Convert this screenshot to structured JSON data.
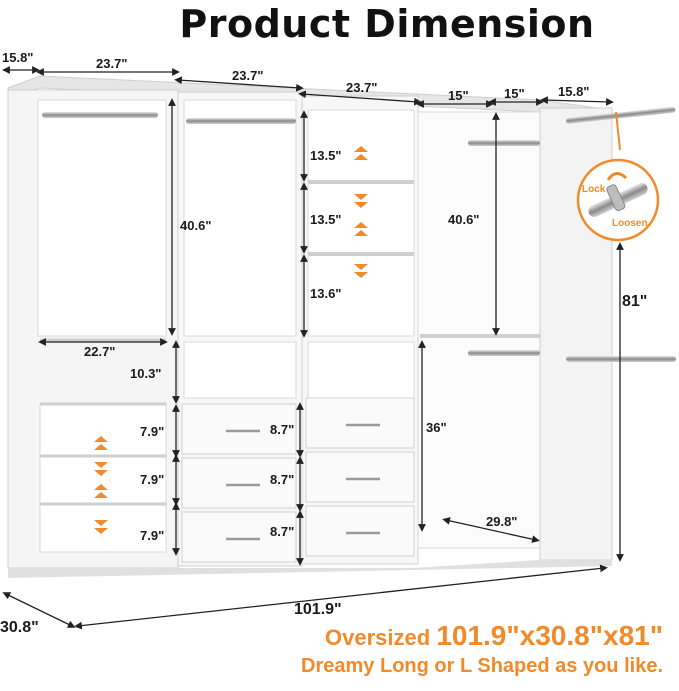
{
  "title": "Product Dimension",
  "dimensions": {
    "side_depth": "15.8\"",
    "width_1": "23.7\"",
    "width_2": "23.7\"",
    "width_3": "23.7\"",
    "width_4": "15\"",
    "width_5": "15\"",
    "width_6": "15.8\"",
    "hang_left": "40.6\"",
    "shelf_1": "13.5\"",
    "shelf_2": "13.5\"",
    "shelf_3": "13.6\"",
    "hang_right": "40.6\"",
    "height_total": "81\"",
    "shelf_width": "22.7\"",
    "upper_cubby": "10.3\"",
    "lower_1": "7.9\"",
    "lower_2": "7.9\"",
    "lower_3": "7.9\"",
    "drawer_1": "8.7\"",
    "drawer_2": "8.7\"",
    "drawer_3": "8.7\"",
    "low_hang": "36\"",
    "corner_depth": "29.8\"",
    "total_width": "101.9\"",
    "total_depth": "30.8\""
  },
  "rod_callout": {
    "lock": "Lock",
    "loosen": "Loosen"
  },
  "tagline": {
    "prefix": "Oversized ",
    "size": "101.9\"x30.8\"x81\"",
    "line2": "Dreamy Long or L Shaped as you like."
  },
  "colors": {
    "accent": "#f08a2a",
    "panel": "#f4f4f4",
    "edge": "#c9c9c9"
  }
}
